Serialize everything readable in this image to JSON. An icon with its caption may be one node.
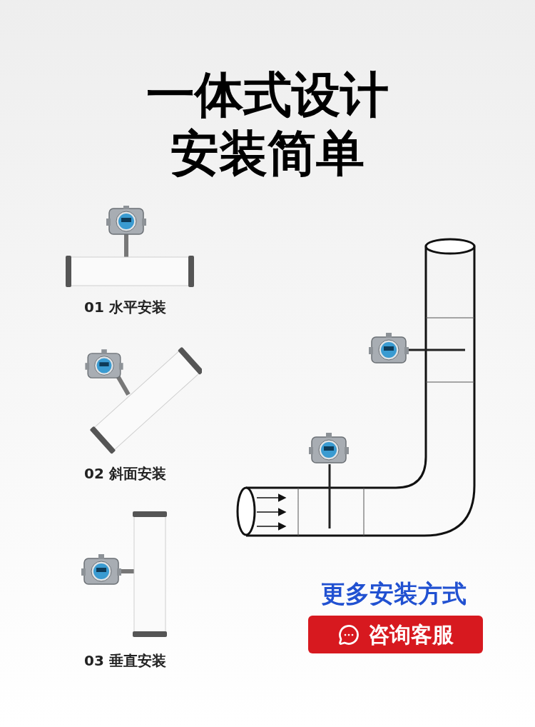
{
  "diagram": {
    "title": "一体式设计安装简单",
    "nodes": [
      {
        "text": [
          "咨询客服"
        ]
      }
    ],
    "labels": [
      "01 水平安装",
      "02 斜面安装",
      "03 垂直安装",
      "更多安装方式"
    ]
  }
}
